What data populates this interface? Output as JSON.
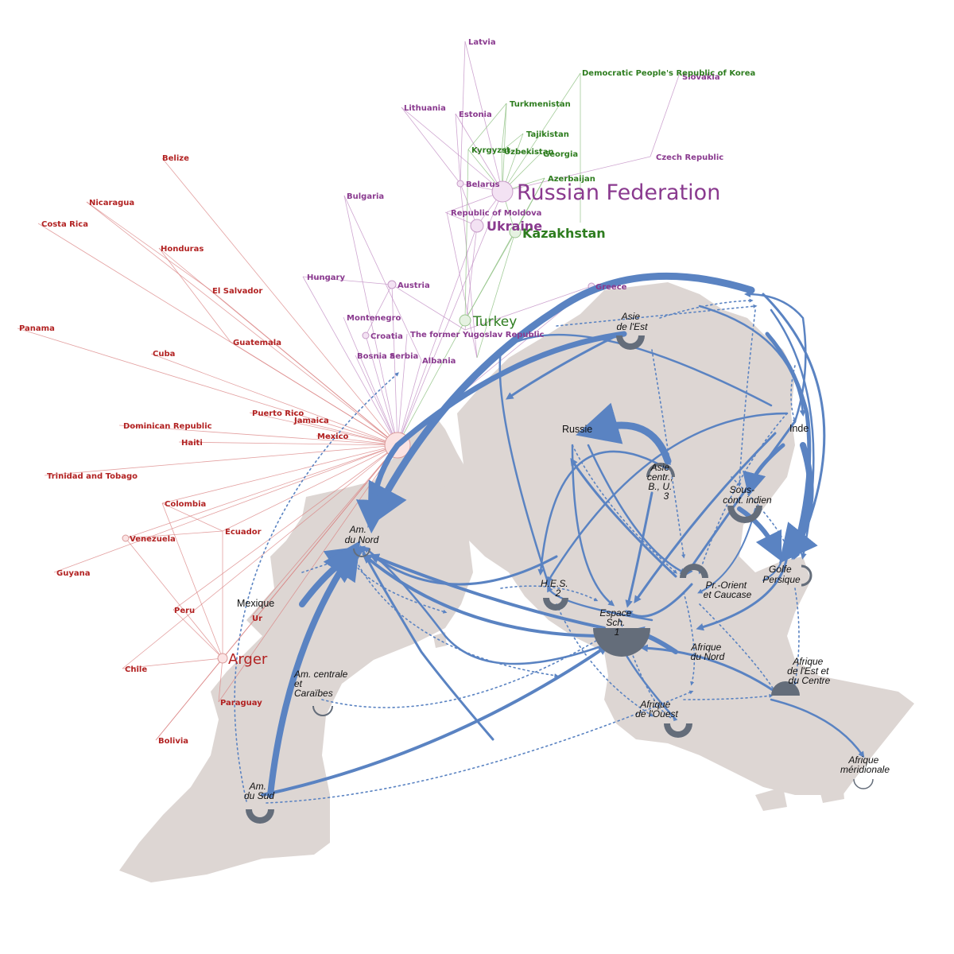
{
  "colors": {
    "land": "#ddd6d3",
    "flow": "#5a83c2",
    "pole": "#646d7a",
    "americas_label": "#b22222",
    "europe_label": "#8a3a8f",
    "central_asia_label": "#2e7d1f"
  },
  "country_labels": {
    "americas": {
      "belize": "Belize",
      "nicaragua": "Nicaragua",
      "costa_rica": "Costa Rica",
      "honduras": "Honduras",
      "el_salvador": "El Salvador",
      "panama": "Panama",
      "guatemala": "Guatemala",
      "cuba": "Cuba",
      "puerto_rico": "Puerto Rico",
      "jamaica": "Jamaica",
      "dominican_republic": "Dominican Republic",
      "haiti": "Haiti",
      "mexico": "Mexico",
      "trinidad": "Trinidad and Tobago",
      "colombia": "Colombia",
      "ecuador": "Ecuador",
      "venezuela": "Venezuela",
      "guyana": "Guyana",
      "peru": "Peru",
      "uruguay": "Ur",
      "chile": "Chile",
      "argentina": "Arger",
      "paraguay": "Paraguay",
      "bolivia": "Bolivia"
    },
    "europe": {
      "latvia": "Latvia",
      "slovakia": "Slovakia",
      "lithuania": "Lithuania",
      "estonia": "Estonia",
      "czech": "Czech Republic",
      "belarus": "Belarus",
      "bulgaria": "Bulgaria",
      "russia": "Russian Federation",
      "moldova": "Republic of Moldova",
      "ukraine": "Ukraine",
      "hungary": "Hungary",
      "austria": "Austria",
      "greece": "Greece",
      "montenegro": "Montenegro",
      "croatia": "Croatia",
      "macedonia": "The former Yugoslav Republic",
      "bosnia": "Bosnia a",
      "serbia": "Serbia",
      "albania": "Albania"
    },
    "central_asia": {
      "dprk": "Democratic People's Republic of Korea",
      "turkmenistan": "Turkmenistan",
      "tajikistan": "Tajikistan",
      "kyrgyzstan": "Kyrgyzst",
      "uzbekistan": "Uzbekistan",
      "georgia": "Georgia",
      "azerbaijan": "Azerbaijan",
      "kazakhstan": "Kazakhstan",
      "turkey": "Turkey"
    }
  },
  "region_labels": {
    "asie_est": [
      "Asie",
      "de l'Est"
    ],
    "russie": "Russie",
    "inde": "Inde",
    "asie_centrale": [
      "Asie",
      "centr.,",
      "B., U.",
      "3"
    ],
    "sous_continent": [
      "Sous-",
      "cont. indien"
    ],
    "am_nord": [
      "Am.",
      "du Nord"
    ],
    "golfe": [
      "Golfe",
      "Persique"
    ],
    "hes": [
      "H.E.S.",
      "2"
    ],
    "pr_orient": [
      "Pr.-Orient",
      "et Caucase"
    ],
    "mexique": "Mexique",
    "espace_sch": [
      "Espace",
      "Sch.",
      "1"
    ],
    "afrique_nord": [
      "Afrique",
      "du Nord"
    ],
    "afrique_est": [
      "Afrique",
      "de l'Est et",
      "du Centre"
    ],
    "am_centrale": [
      "Am. centrale",
      "et",
      "Caraïbes"
    ],
    "afrique_ouest": [
      "Afrique",
      "de l'Ouest"
    ],
    "afrique_meridionale": [
      "Afrique",
      "méridionale"
    ],
    "am_sud": [
      "Am.",
      "du Sud"
    ]
  }
}
